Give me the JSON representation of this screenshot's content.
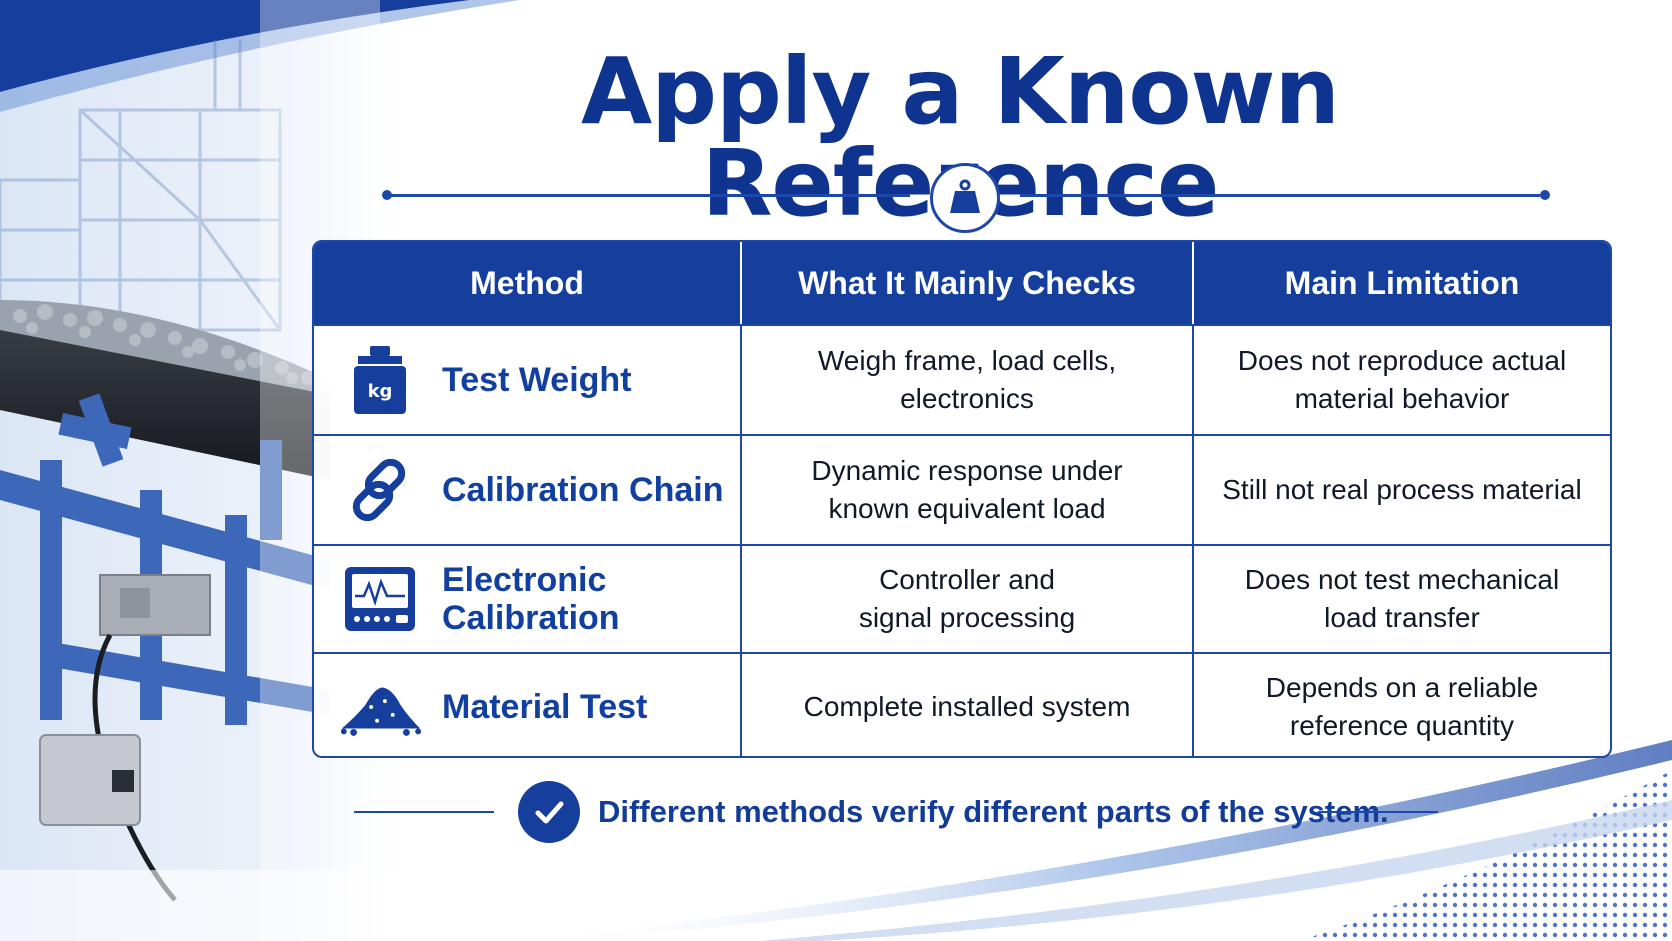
{
  "title": "Apply a Known Reference",
  "colors": {
    "primary": "#163f9d",
    "accent": "#1d47a8",
    "text": "#111827",
    "method_text": "#1140a0"
  },
  "table": {
    "headers": [
      "Method",
      "What It Mainly Checks",
      "Main Limitation"
    ],
    "rows": [
      {
        "icon": "test-weight-icon",
        "icon_label": "kg",
        "method": "Test Weight",
        "checks": [
          "Weigh frame, load cells,",
          "electronics"
        ],
        "limitation": [
          "Does not reproduce actual",
          "material behavior"
        ]
      },
      {
        "icon": "chain-icon",
        "method": "Calibration Chain",
        "checks": [
          "Dynamic response under",
          "known equivalent load"
        ],
        "limitation": [
          "Still not real process material"
        ]
      },
      {
        "icon": "monitor-icon",
        "method": "Electronic Calibration",
        "checks": [
          "Controller and",
          "signal processing"
        ],
        "limitation": [
          "Does not test mechanical",
          "load transfer"
        ]
      },
      {
        "icon": "material-pile-icon",
        "method": "Material Test",
        "checks": [
          "Complete installed system"
        ],
        "limitation": [
          "Depends on a reliable",
          "reference quantity"
        ]
      }
    ]
  },
  "footer": {
    "icon": "check-circle-icon",
    "text": "Different methods verify different parts of the system."
  }
}
